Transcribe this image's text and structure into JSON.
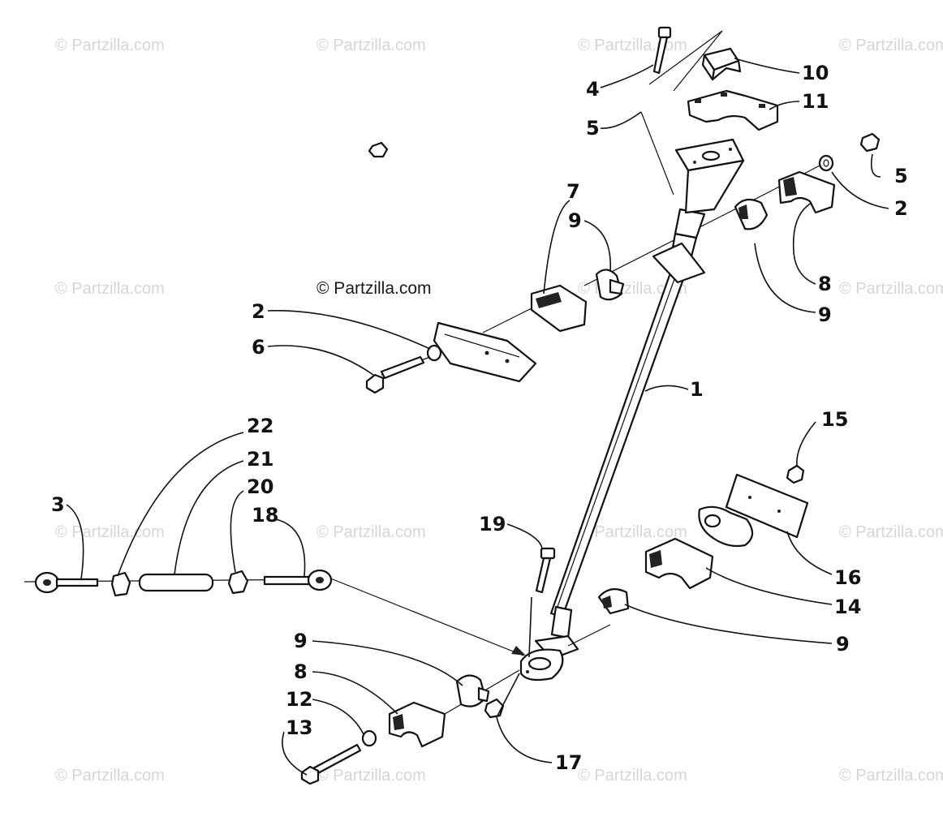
{
  "diagram": {
    "watermarks": [
      "© Partzilla.com"
    ],
    "watermark_main": "© Partzilla.com",
    "callouts": {
      "p1": "1",
      "p2a": "2",
      "p2b": "2",
      "p3": "3",
      "p4": "4",
      "p5a": "5",
      "p5b": "5",
      "p6": "6",
      "p7": "7",
      "p8a": "8",
      "p8b": "8",
      "p9a": "9",
      "p9b": "9",
      "p9c": "9",
      "p9d": "9",
      "p10": "10",
      "p11": "11",
      "p12": "12",
      "p13": "13",
      "p14": "14",
      "p15": "15",
      "p16": "16",
      "p17": "17",
      "p18": "18",
      "p19": "19",
      "p20": "20",
      "p21": "21",
      "p22": "22"
    }
  }
}
